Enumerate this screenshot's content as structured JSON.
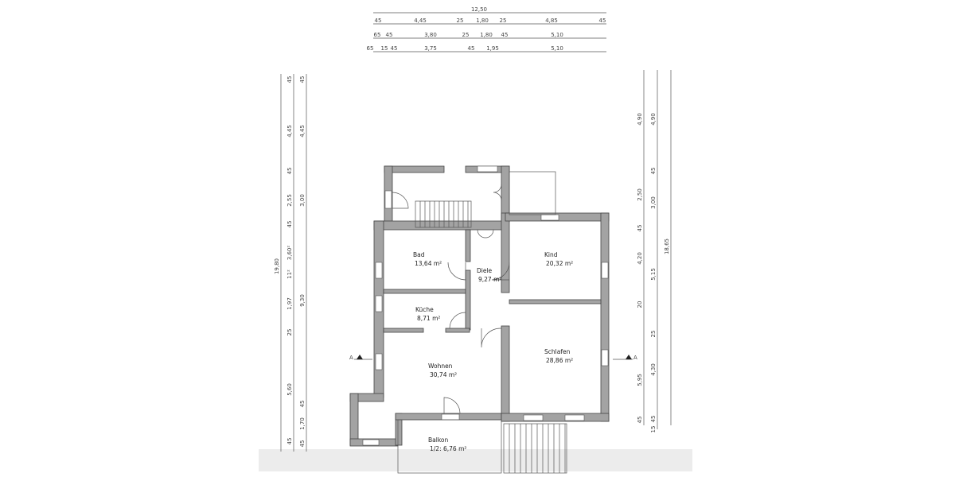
{
  "rooms": [
    {
      "name": "Bad",
      "area": "13,64 m²"
    },
    {
      "name": "Diele",
      "area": "9,27 m²"
    },
    {
      "name": "Kind",
      "area": "20,32 m²"
    },
    {
      "name": "Küche",
      "area": "8,71 m²"
    },
    {
      "name": "Schlafen",
      "area": "28,86 m²"
    },
    {
      "name": "Wohnen",
      "area": "30,74 m²"
    },
    {
      "name": "Balkon",
      "area": "1/2: 6,76 m²"
    }
  ],
  "section_marker": "A",
  "dimensions": {
    "top": [
      [
        "12,50"
      ],
      [
        "45",
        "4,45",
        "25",
        "1,80",
        "25",
        "4,85",
        "45"
      ],
      [
        "65",
        "45",
        "3,80",
        "25",
        "1,80",
        "45",
        "5,10"
      ],
      [
        "65",
        "15",
        "45",
        "3,75",
        "45",
        "1,95",
        "5,10"
      ]
    ],
    "left": [
      [
        "19,80"
      ],
      [
        "45",
        "4,45",
        "45",
        "2,55",
        "45",
        "3,60²",
        "11²",
        "1,97",
        "25",
        "5,60",
        "45"
      ],
      [
        "45",
        "4,45",
        "3,00",
        "9,30",
        "45",
        "1,70",
        "45"
      ]
    ],
    "right": [
      [
        "4,90",
        "2,50",
        "45",
        "4,20",
        "20",
        "5,95",
        "45"
      ],
      [
        "4,90",
        "45",
        "3,00",
        "5,15",
        "25",
        "4,30",
        "45",
        "15"
      ],
      [
        "18,65"
      ]
    ]
  }
}
